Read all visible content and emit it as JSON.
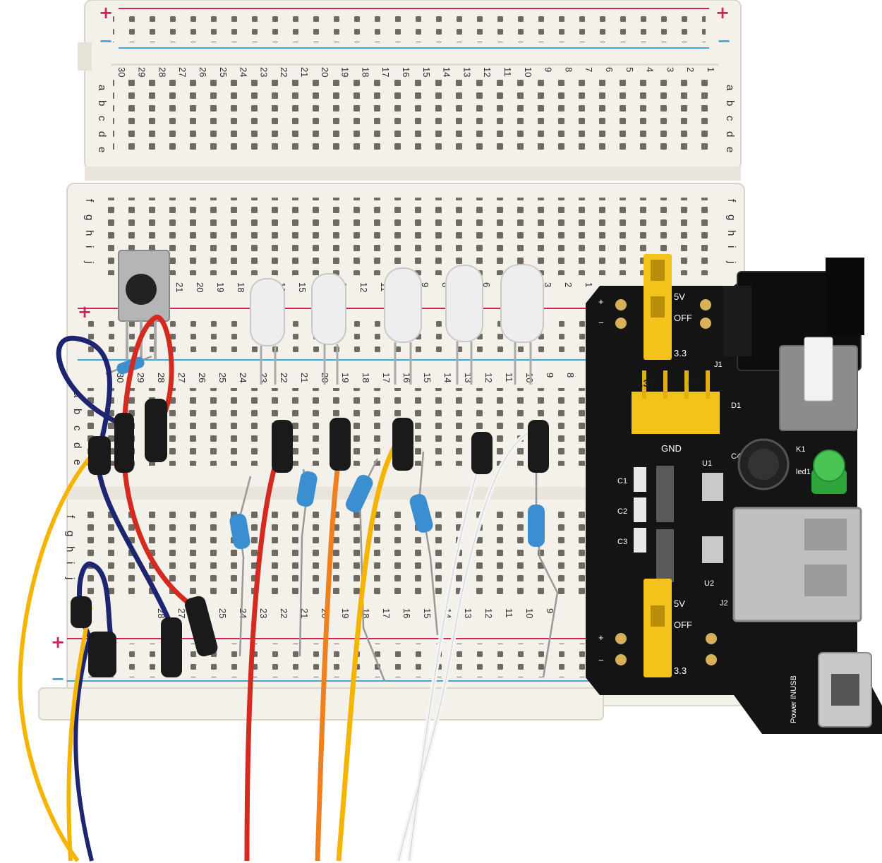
{
  "rail_symbols": {
    "plus": "+",
    "minus": "−"
  },
  "column_numbers": [
    "1",
    "2",
    "3",
    "4",
    "5",
    "6",
    "7",
    "8",
    "9",
    "10",
    "11",
    "12",
    "13",
    "14",
    "15",
    "16",
    "17",
    "18",
    "19",
    "20",
    "21",
    "22",
    "23",
    "24",
    "25",
    "26",
    "27",
    "28",
    "29",
    "30"
  ],
  "row_letters_top": [
    "a",
    "b",
    "c",
    "d",
    "e"
  ],
  "row_letters_bottom": [
    "f",
    "g",
    "h",
    "i",
    "j"
  ],
  "power_module": {
    "jumper_top": {
      "v5": "5V",
      "off": "OFF",
      "v33": "3.3"
    },
    "jumper_bottom": {
      "v5": "5V",
      "off": "OFF",
      "v33": "3.3"
    },
    "header_labels": {
      "left": "3.3V",
      "right": "5V",
      "gnd": "GND"
    },
    "rail_marks": {
      "plus": "+",
      "minus": "−"
    },
    "component_labels": {
      "j1": "J1",
      "d1": "D1",
      "c4": "C4",
      "k1": "K1",
      "led1": "led1",
      "u1": "U1",
      "u2": "U2",
      "j2": "J2",
      "c1": "C1",
      "c2": "C2",
      "c3": "C3"
    },
    "usb_label": "Power INUSB"
  },
  "colors": {
    "breadboard": "#f3f1ea",
    "hole": "#6e6a63",
    "red_rail": "#d81f5a",
    "blue_rail": "#3aa9d8",
    "pcb": "#141414",
    "jumper": "#f3c21b",
    "wire_red": "#d42a1f",
    "wire_orange": "#f07f1e",
    "wire_yellow": "#f5b400",
    "wire_navy": "#1d2470",
    "wire_white": "#f4f4f4"
  }
}
